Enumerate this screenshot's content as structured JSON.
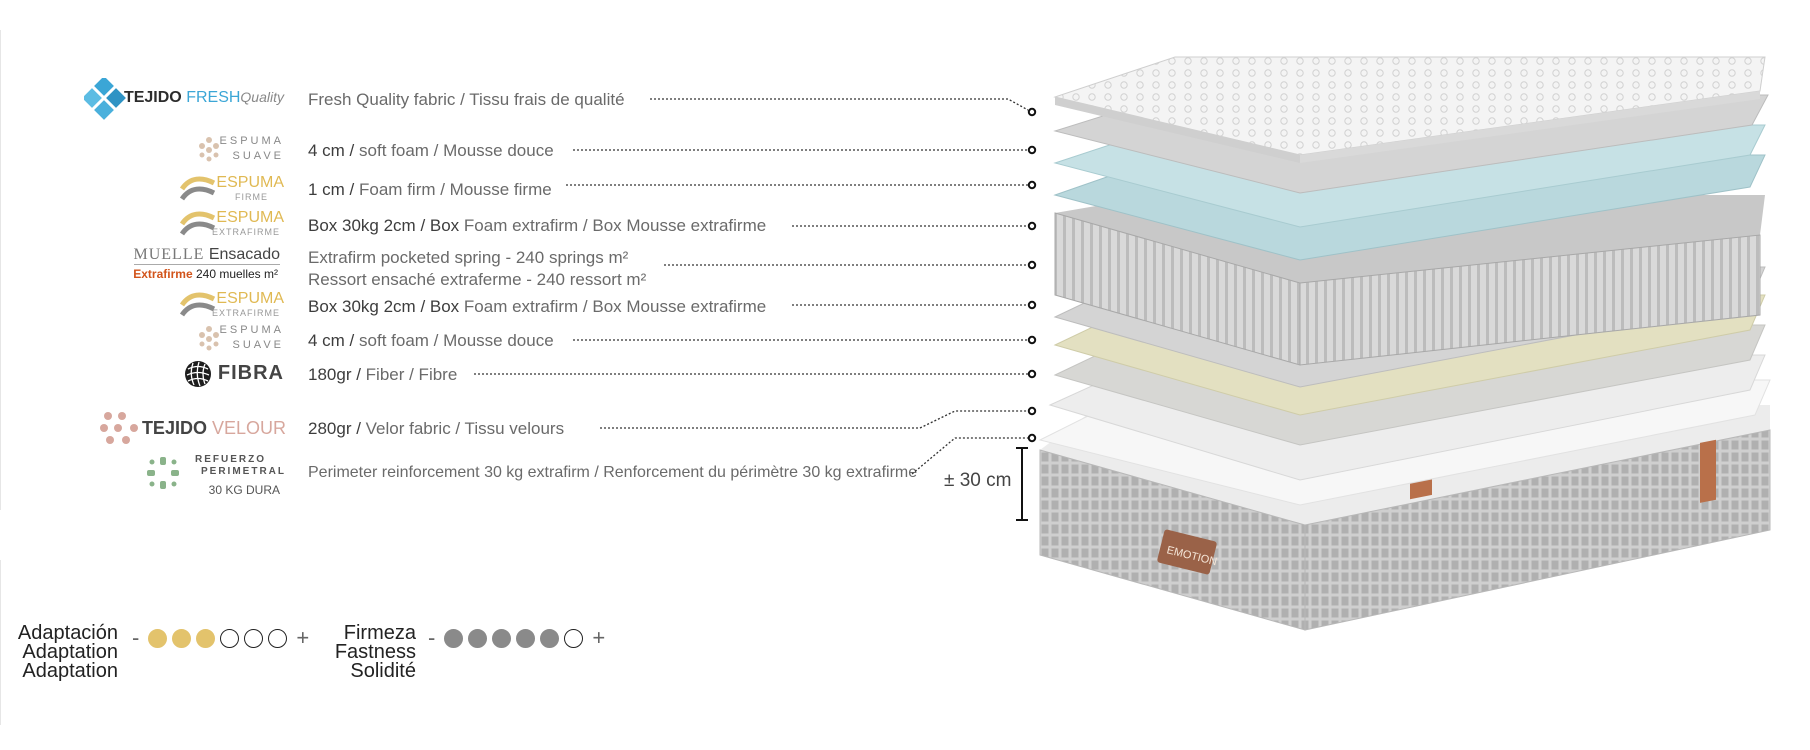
{
  "logos": {
    "tejido_fresh": {
      "brand": "TEJIDO",
      "accent": "FRESH",
      "tail": "Quality"
    },
    "espuma_suave_1": {
      "top": "ESPUMA",
      "bottom": "SUAVE"
    },
    "espuma_firme": {
      "top": "ESPUMA",
      "bottom": "FIRME"
    },
    "espuma_extrafirme_1": {
      "top": "ESPUMA",
      "bottom": "EXTRAFIRME"
    },
    "muelle": {
      "top_a": "MUELLE",
      "top_b": "Ensacado",
      "bottom_a": "Extrafirme",
      "bottom_b": "240 muelles m²"
    },
    "espuma_extrafirme_2": {
      "top": "ESPUMA",
      "bottom": "EXTRAFIRME"
    },
    "espuma_suave_2": {
      "top": "ESPUMA",
      "bottom": "SUAVE"
    },
    "fibra": {
      "label": "FIBRA"
    },
    "tejido_velour": {
      "brand": "TEJIDO",
      "accent": "VELOUR"
    },
    "refuerzo": {
      "line1": "REFUERZO",
      "line2": "PERIMETRAL",
      "line3": "30 KG DURA"
    }
  },
  "layers": [
    {
      "lead": "",
      "text": "Fresh Quality fabric  / Tissu frais de qualité"
    },
    {
      "lead": "4 cm / ",
      "text": "soft foam / Mousse douce"
    },
    {
      "lead": "1 cm / ",
      "text": "Foam firm / Mousse firme"
    },
    {
      "lead": "Box 30kg 2cm / Box ",
      "text": "Foam extrafirm / Box Mousse extrafirme"
    },
    {
      "lead": "",
      "text": "Extrafirm pocketed spring  - 240 springs m²",
      "text2": "Ressort ensaché extraferme - 240 ressort  m²"
    },
    {
      "lead": "Box 30kg 2cm / Box ",
      "text": "Foam extrafirm / Box Mousse extrafirme"
    },
    {
      "lead": "4 cm / ",
      "text": "soft foam / Mousse douce"
    },
    {
      "lead": "180gr / ",
      "text": "Fiber / Fibre"
    },
    {
      "lead": "280gr / ",
      "text": "Velor fabric / Tissu velours"
    },
    {
      "lead": "",
      "text": "Perimeter reinforcement 30 kg extrafirm / Renforcement du périmètre 30 kg extrafirme"
    }
  ],
  "height": "± 30 cm",
  "scales": {
    "adaptation": {
      "labels": [
        "Adaptación",
        "Adaptation",
        "Adaptation"
      ],
      "filled": 3,
      "total": 6,
      "minus": "-",
      "plus": "+"
    },
    "firmness": {
      "labels": [
        "Firmeza",
        "Fastness",
        "Solidité"
      ],
      "filled": 5,
      "total": 6,
      "minus": "-",
      "plus": "+"
    }
  },
  "colors": {
    "fresh_blue": "#3ba6d6",
    "gold": "#e3c36c",
    "velour_pink": "#d7a79d",
    "muelle_orange": "#d2541b",
    "refuerzo_green": "#8ab38a",
    "dot_grey": "#8a8a8a"
  },
  "brand_label": "EMOTION"
}
